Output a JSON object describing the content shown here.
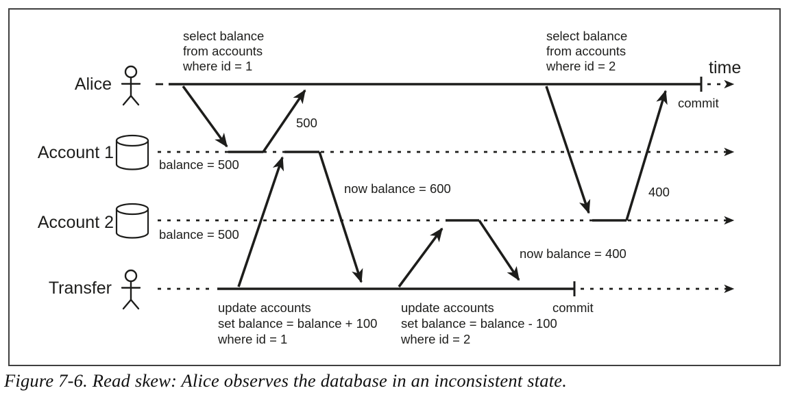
{
  "figure": {
    "caption": "Figure 7-6. Read skew: Alice observes the database in an inconsistent state.",
    "time_label": "time"
  },
  "colors": {
    "ink": "#1d1d1b",
    "background": "#ffffff",
    "border": "#3f3f3f"
  },
  "lanes": {
    "alice": {
      "label": "Alice",
      "commit_label": "commit"
    },
    "account1": {
      "label": "Account 1",
      "initial_state": "balance = 500"
    },
    "account2": {
      "label": "Account 2",
      "initial_state": "balance = 500"
    },
    "transfer": {
      "label": "Transfer",
      "commit_label": "commit"
    }
  },
  "annotations": {
    "select1": {
      "lines": [
        "select balance",
        "from accounts",
        "where id = 1"
      ]
    },
    "select2": {
      "lines": [
        "select balance",
        "from accounts",
        "where id = 2"
      ]
    },
    "update1": {
      "lines": [
        "update accounts",
        "set balance = balance + 100",
        "where id = 1"
      ]
    },
    "update2": {
      "lines": [
        "update accounts",
        "set balance = balance - 100",
        "where id = 2"
      ]
    },
    "result1": "500",
    "result2": "400",
    "now1": "now balance = 600",
    "now2": "now balance = 400"
  }
}
